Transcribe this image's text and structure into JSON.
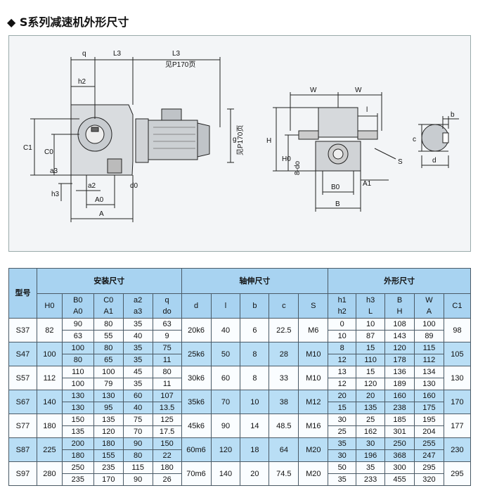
{
  "title": "◆ S系列减速机外形尺寸",
  "drawing": {
    "labels": [
      "q",
      "L3",
      "L3",
      "见P170页",
      "h2",
      "C1",
      "C0",
      "a3",
      "h3",
      "a2",
      "d0",
      "A0",
      "A",
      "g",
      "见P170页",
      "W",
      "W",
      "l",
      "H",
      "H0",
      "8-do",
      "S",
      "B0",
      "A1",
      "B",
      "b",
      "c",
      "d"
    ]
  },
  "table": {
    "groups": {
      "type": "型号",
      "install": "安装尺寸",
      "shaft": "轴伸尺寸",
      "outline": "外形尺寸"
    },
    "headers": [
      [
        "H0"
      ],
      [
        "B0",
        "A0"
      ],
      [
        "C0",
        "A1"
      ],
      [
        "a2",
        "a3"
      ],
      [
        "q",
        "do"
      ],
      [
        "d"
      ],
      [
        "l"
      ],
      [
        "b"
      ],
      [
        "c"
      ],
      [
        "S"
      ],
      [
        "h1",
        "h2"
      ],
      [
        "h3",
        "L"
      ],
      [
        "B",
        "H"
      ],
      [
        "W",
        "A"
      ],
      [
        "C1"
      ]
    ],
    "rows": [
      {
        "type": "S37",
        "H0": "82",
        "B0": "90",
        "A0": "63",
        "C0": "80",
        "A1": "55",
        "a2": "35",
        "a3": "40",
        "q": "63",
        "do": "9",
        "d": "20k6",
        "l": "40",
        "b": "6",
        "c": "22.5",
        "S": "M6",
        "h1": "0",
        "h2": "10",
        "h3": "10",
        "L": "87",
        "B": "108",
        "H": "143",
        "W": "100",
        "A": "89",
        "C1": "98"
      },
      {
        "type": "S47",
        "H0": "100",
        "B0": "100",
        "A0": "80",
        "C0": "80",
        "A1": "65",
        "a2": "35",
        "a3": "35",
        "q": "75",
        "do": "11",
        "d": "25k6",
        "l": "50",
        "b": "8",
        "c": "28",
        "S": "M10",
        "h1": "8",
        "h2": "12",
        "h3": "15",
        "L": "110",
        "B": "120",
        "H": "178",
        "W": "115",
        "A": "112",
        "C1": "105"
      },
      {
        "type": "S57",
        "H0": "112",
        "B0": "110",
        "A0": "100",
        "C0": "100",
        "A1": "79",
        "a2": "45",
        "a3": "35",
        "q": "80",
        "do": "11",
        "d": "30k6",
        "l": "60",
        "b": "8",
        "c": "33",
        "S": "M10",
        "h1": "13",
        "h2": "12",
        "h3": "15",
        "L": "120",
        "B": "136",
        "H": "189",
        "W": "134",
        "A": "130",
        "C1": "130"
      },
      {
        "type": "S67",
        "H0": "140",
        "B0": "130",
        "A0": "130",
        "C0": "130",
        "A1": "95",
        "a2": "60",
        "a3": "40",
        "q": "107",
        "do": "13.5",
        "d": "35k6",
        "l": "70",
        "b": "10",
        "c": "38",
        "S": "M12",
        "h1": "20",
        "h2": "15",
        "h3": "20",
        "L": "135",
        "B": "160",
        "H": "238",
        "W": "160",
        "A": "175",
        "C1": "170"
      },
      {
        "type": "S77",
        "H0": "180",
        "B0": "150",
        "A0": "135",
        "C0": "135",
        "A1": "120",
        "a2": "75",
        "a3": "70",
        "q": "125",
        "do": "17.5",
        "d": "45k6",
        "l": "90",
        "b": "14",
        "c": "48.5",
        "S": "M16",
        "h1": "30",
        "h2": "25",
        "h3": "25",
        "L": "162",
        "B": "185",
        "H": "301",
        "W": "195",
        "A": "204",
        "C1": "177"
      },
      {
        "type": "S87",
        "H0": "225",
        "B0": "200",
        "A0": "180",
        "C0": "180",
        "A1": "155",
        "a2": "90",
        "a3": "80",
        "q": "150",
        "do": "22",
        "d": "60m6",
        "l": "120",
        "b": "18",
        "c": "64",
        "S": "M20",
        "h1": "35",
        "h2": "30",
        "h3": "30",
        "L": "196",
        "B": "250",
        "H": "368",
        "W": "255",
        "A": "247",
        "C1": "230"
      },
      {
        "type": "S97",
        "H0": "280",
        "B0": "250",
        "A0": "235",
        "C0": "235",
        "A1": "170",
        "a2": "115",
        "a3": "90",
        "q": "180",
        "do": "26",
        "d": "70m6",
        "l": "140",
        "b": "20",
        "c": "74.5",
        "S": "M20",
        "h1": "50",
        "h2": "35",
        "h3": "35",
        "L": "233",
        "B": "300",
        "H": "455",
        "W": "295",
        "A": "320",
        "C1": "295"
      }
    ]
  }
}
